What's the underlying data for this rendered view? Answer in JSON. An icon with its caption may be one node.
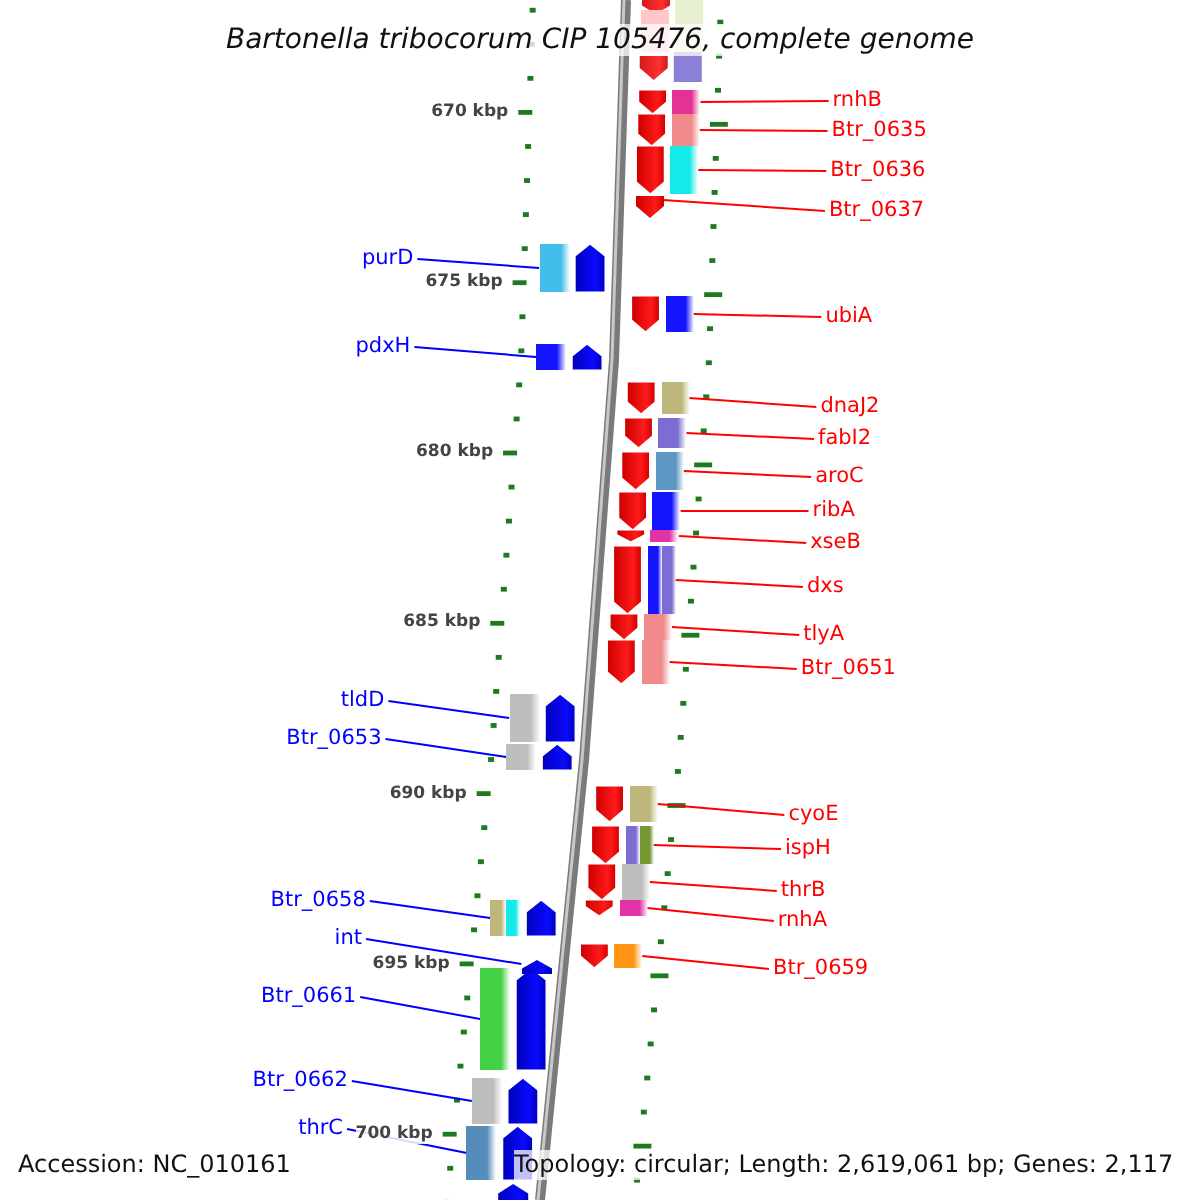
{
  "diagram": {
    "title": "Bartonella tribocorum CIP 105476, complete genome",
    "nodes": [
      {
        "text": [
          "rnhB"
        ]
      },
      {
        "text": [],
        "shape": "bar"
      },
      {
        "text": [
          "Btr_0635"
        ]
      },
      {
        "text": [],
        "shape": "bar"
      },
      {
        "text": [
          "Btr_0636"
        ]
      },
      {
        "text": [],
        "shape": "bar"
      },
      {
        "text": [
          "Btr_0637"
        ]
      },
      {
        "text": [],
        "shape": "arrow"
      },
      {
        "text": [
          "purD"
        ]
      },
      {
        "text": [],
        "shape": "bar"
      },
      {
        "text": [
          "ubiA"
        ]
      },
      {
        "text": [],
        "shape": "bar"
      },
      {
        "text": [
          "pdxH"
        ]
      },
      {
        "text": [],
        "shape": "bar"
      },
      {
        "text": [
          "dnaJ2"
        ]
      },
      {
        "text": [],
        "shape": "bar"
      },
      {
        "text": [
          "fabI2"
        ]
      },
      {
        "text": [],
        "shape": "bar"
      },
      {
        "text": [
          "aroC"
        ]
      },
      {
        "text": [],
        "shape": "bar"
      },
      {
        "text": [
          "ribA"
        ]
      },
      {
        "text": [],
        "shape": "bar"
      },
      {
        "text": [
          "xseB"
        ]
      },
      {
        "text": [],
        "shape": "bar"
      },
      {
        "text": [
          "dxs"
        ]
      },
      {
        "text": [],
        "shape": "bar"
      },
      {
        "text": [
          "tlyA"
        ]
      },
      {
        "text": [],
        "shape": "bar"
      },
      {
        "text": [
          "Btr_0651"
        ]
      },
      {
        "text": [],
        "shape": "bar"
      },
      {
        "text": [
          "tldD"
        ]
      },
      {
        "text": [],
        "shape": "bar"
      },
      {
        "text": [
          "Btr_0653"
        ]
      },
      {
        "text": [],
        "shape": "bar"
      },
      {
        "text": [
          "cyoE"
        ]
      },
      {
        "text": [],
        "shape": "bar"
      },
      {
        "text": [
          "ispH"
        ]
      },
      {
        "text": [],
        "shape": "bar"
      },
      {
        "text": [
          "thrB"
        ]
      },
      {
        "text": [],
        "shape": "bar"
      },
      {
        "text": [
          "Btr_0658"
        ]
      },
      {
        "text": [],
        "shape": "bar"
      },
      {
        "text": [
          "rnhA"
        ]
      },
      {
        "text": [],
        "shape": "bar"
      },
      {
        "text": [
          "int"
        ]
      },
      {
        "text": [],
        "shape": "arrow"
      },
      {
        "text": [
          "Btr_0659"
        ]
      },
      {
        "text": [],
        "shape": "bar"
      },
      {
        "text": [
          "Btr_0661"
        ]
      },
      {
        "text": [],
        "shape": "bar"
      },
      {
        "text": [
          "Btr_0662"
        ]
      },
      {
        "text": [],
        "shape": "bar"
      },
      {
        "text": [
          "thrC"
        ]
      },
      {
        "text": [],
        "shape": "bar"
      }
    ],
    "edges": [
      {
        "from": 0,
        "to": 1,
        "arrow": "none"
      },
      {
        "from": 2,
        "to": 3,
        "arrow": "none"
      },
      {
        "from": 4,
        "to": 5,
        "arrow": "none"
      },
      {
        "from": 6,
        "to": 7,
        "arrow": "none"
      },
      {
        "from": 8,
        "to": 9,
        "arrow": "none",
        "color": "#0000ff"
      },
      {
        "from": 10,
        "to": 11,
        "arrow": "none"
      },
      {
        "from": 12,
        "to": 13,
        "arrow": "none",
        "color": "#0000ff"
      },
      {
        "from": 14,
        "to": 15,
        "arrow": "none"
      },
      {
        "from": 16,
        "to": 17,
        "arrow": "none"
      },
      {
        "from": 18,
        "to": 19,
        "arrow": "none"
      },
      {
        "from": 20,
        "to": 21,
        "arrow": "none"
      },
      {
        "from": 22,
        "to": 23,
        "arrow": "none"
      },
      {
        "from": 24,
        "to": 25,
        "arrow": "none"
      },
      {
        "from": 26,
        "to": 27,
        "arrow": "none"
      },
      {
        "from": 28,
        "to": 29,
        "arrow": "none"
      },
      {
        "from": 30,
        "to": 31,
        "arrow": "none",
        "color": "#0000ff"
      },
      {
        "from": 32,
        "to": 33,
        "arrow": "none",
        "color": "#0000ff"
      },
      {
        "from": 34,
        "to": 35,
        "arrow": "none"
      },
      {
        "from": 36,
        "to": 37,
        "arrow": "none"
      },
      {
        "from": 38,
        "to": 39,
        "arrow": "none"
      },
      {
        "from": 40,
        "to": 41,
        "arrow": "none",
        "color": "#0000ff"
      },
      {
        "from": 42,
        "to": 43,
        "arrow": "none"
      },
      {
        "from": 44,
        "to": 45,
        "arrow": "none",
        "color": "#0000ff"
      },
      {
        "from": 46,
        "to": 47,
        "arrow": "none"
      },
      {
        "from": 48,
        "to": 49,
        "arrow": "none",
        "color": "#0000ff"
      },
      {
        "from": 50,
        "to": 51,
        "arrow": "none",
        "color": "#0000ff"
      },
      {
        "from": 52,
        "to": 53,
        "arrow": "none",
        "color": "#0000ff"
      }
    ],
    "labels": [
      "670 kbp",
      "675 kbp",
      "680 kbp",
      "685 kbp",
      "690 kbp",
      "695 kbp",
      "700 kbp",
      "Accession: NC_010161",
      "Topology: circular; Length: 2,619,061 bp; Genes: 2,117"
    ]
  }
}
